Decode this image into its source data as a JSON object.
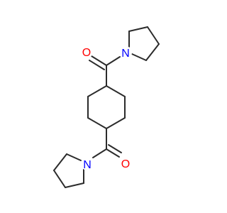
{
  "molecule": {
    "atoms": {
      "o1": {
        "symbol": "O"
      },
      "n1": {
        "symbol": "N"
      },
      "o2": {
        "symbol": "O"
      },
      "n2": {
        "symbol": "N"
      }
    },
    "colors": {
      "bond": "#2b2b2b",
      "oxygen": "#ff0000",
      "nitrogen": "#0000ff"
    }
  }
}
